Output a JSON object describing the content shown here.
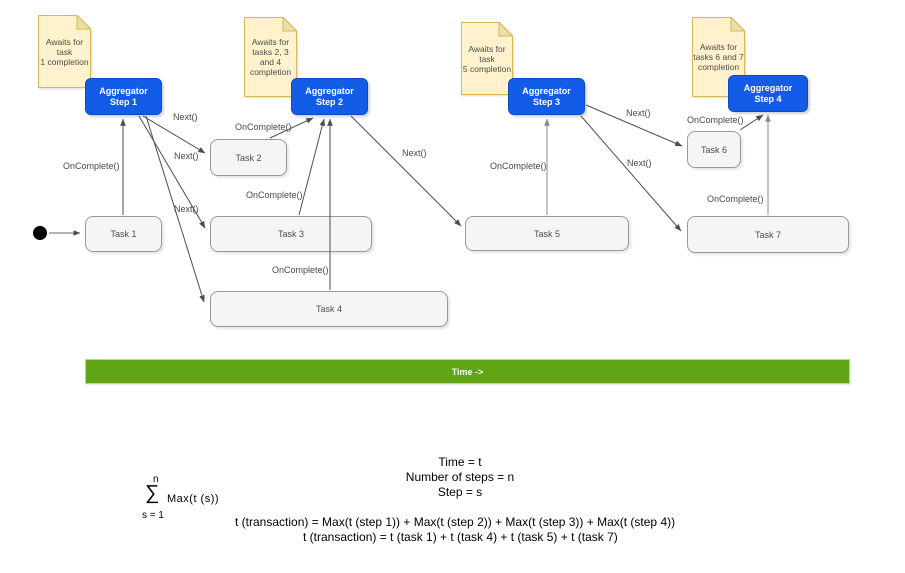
{
  "diagram": {
    "notes": [
      {
        "text": "Awaits for task\n1 completion"
      },
      {
        "text": "Awaits for\ntasks  2, 3\nand 4\ncompletion"
      },
      {
        "text": "Awaits for task\n5 completion"
      },
      {
        "text": "Awaits for\ntasks  6 and 7\ncompletion"
      }
    ],
    "steps": [
      {
        "label": "Aggregator\nStep 1"
      },
      {
        "label": "Aggregator\nStep 2"
      },
      {
        "label": "Aggregator\nStep 3"
      },
      {
        "label": "Aggregator\nStep 4"
      }
    ],
    "tasks": [
      {
        "label": "Task 1"
      },
      {
        "label": "Task 2"
      },
      {
        "label": "Task 3"
      },
      {
        "label": "Task 4"
      },
      {
        "label": "Task 5"
      },
      {
        "label": "Task 6"
      },
      {
        "label": "Task 7"
      }
    ],
    "edge_labels": [
      {
        "text": "OnComplete()"
      },
      {
        "text": "Next()"
      },
      {
        "text": "Next()"
      },
      {
        "text": "Next()"
      },
      {
        "text": "OnComplete()"
      },
      {
        "text": "OnComplete()"
      },
      {
        "text": "OnComplete()"
      },
      {
        "text": "Next()"
      },
      {
        "text": "OnComplete()"
      },
      {
        "text": "Next()"
      },
      {
        "text": "Next()"
      },
      {
        "text": "OnComplete()"
      },
      {
        "text": "OnComplete()"
      }
    ],
    "timeline_label": "Time ->",
    "colors": {
      "aggregator_fill": "#135CE8",
      "note_fill": "#FFF2CC",
      "note_border": "#D6B656",
      "task_fill": "#F5F5F5",
      "task_border": "#999999",
      "timeline_fill": "#5FA514",
      "arrow": "#4D4D4D"
    }
  },
  "formulas": {
    "summation": {
      "upper_limit": "n",
      "sigma": "∑",
      "lower_limit": "s = 1",
      "expression": "Max(t (s))"
    },
    "definitions": "Time = t\nNumber of steps = n\nStep = s",
    "equation_1": "t (transaction) = Max(t (step 1)) +  Max(t (step 2)) + Max(t (step 3)) + Max(t (step 4))",
    "equation_2": "t (transaction) = t (task 1) + t (task 4) + t (task 5) + t (task 7)"
  }
}
